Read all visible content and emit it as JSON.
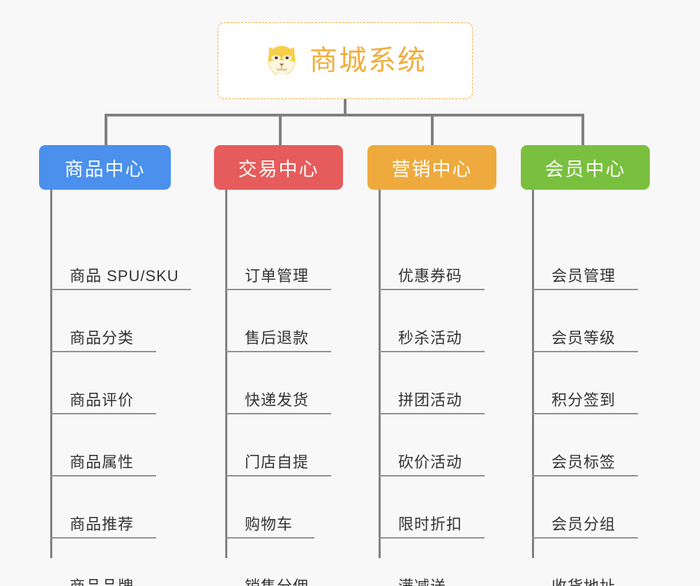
{
  "diagram": {
    "type": "org-tree",
    "background_color": "#f8f8f8",
    "line_color": "#808080",
    "root": {
      "title": "商城系统",
      "icon": "shiba-dog-face-icon",
      "text_color": "#f0ad3e",
      "border_color": "#eead3a",
      "background_color": "#ffffff"
    },
    "columns": [
      {
        "header": "商品中心",
        "color": "#4a90ec",
        "items": [
          "商品 SPU/SKU",
          "商品分类",
          "商品评价",
          "商品属性",
          "商品推荐",
          "商品品牌"
        ]
      },
      {
        "header": "交易中心",
        "color": "#e65c5c",
        "items": [
          "订单管理",
          "售后退款",
          "快递发货",
          "门店自提",
          "购物车",
          "销售分佣"
        ]
      },
      {
        "header": "营销中心",
        "color": "#eeaa3c",
        "items": [
          "优惠券码",
          "秒杀活动",
          "拼团活动",
          "砍价活动",
          "限时折扣",
          "满减送"
        ]
      },
      {
        "header": "会员中心",
        "color": "#79c03f",
        "items": [
          "会员管理",
          "会员等级",
          "积分签到",
          "会员标签",
          "会员分组",
          "收货地址"
        ]
      }
    ]
  }
}
